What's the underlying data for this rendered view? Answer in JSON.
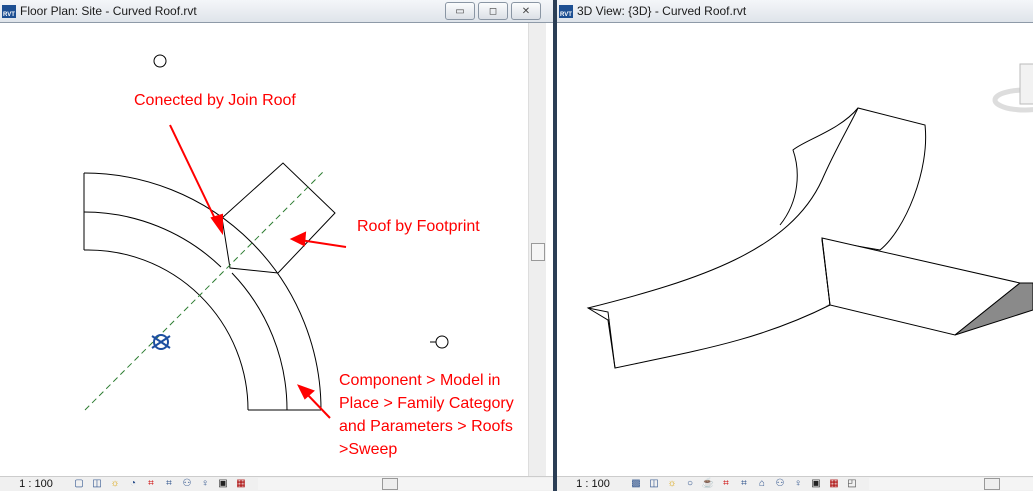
{
  "left_view": {
    "title": "Floor Plan: Site - Curved Roof.rvt",
    "scale": "1 : 100",
    "annotations": [
      "Conected by Join Roof",
      "Roof by Footprint",
      "Component > Model in",
      "Place > Family Category",
      "and Parameters > Roofs",
      ">Sweep"
    ],
    "toolbar_icons": [
      "detail-level-icon",
      "visual-style-icon",
      "sun-path-icon",
      "shadows-icon",
      "crop-view-icon",
      "show-crop-icon",
      "temporary-hide-icon",
      "reveal-hidden-icon",
      "analytical-model-icon",
      "worksharing-icon"
    ]
  },
  "right_view": {
    "title": "3D View: {3D} - Curved Roof.rvt",
    "scale": "1 : 100",
    "toolbar_icons": [
      "detail-level-icon",
      "visual-style-icon",
      "sun-path-icon",
      "shadows-icon",
      "rendering-icon",
      "crop-view-icon",
      "show-crop-icon",
      "lock-view-icon",
      "temporary-hide-icon",
      "reveal-hidden-icon",
      "analytical-model-icon",
      "worksharing-icon",
      "section-box-icon"
    ]
  },
  "colors": {
    "annotation": "#ff0000",
    "grid_line": "#2e7d32",
    "marker": "#1d4fa0"
  },
  "window_buttons": {
    "minimize": "▭",
    "restore": "◻",
    "close": "✕"
  }
}
